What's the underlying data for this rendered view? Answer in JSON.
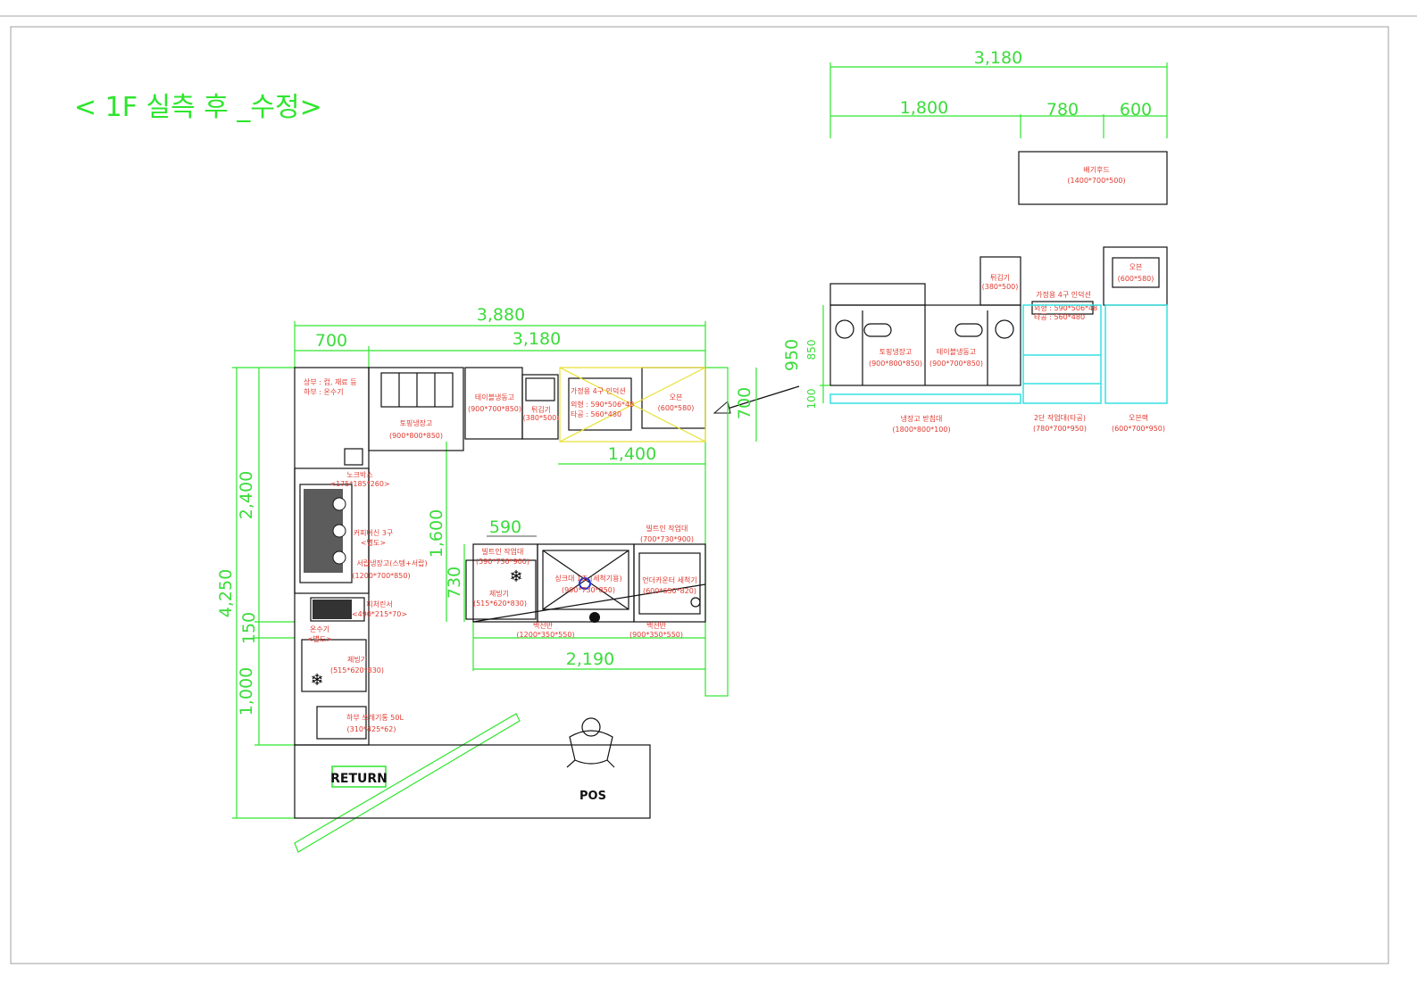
{
  "title": "< 1F 실측 후 _수정>",
  "elevation": {
    "dims": {
      "total": "3,180",
      "d1": "1,800",
      "d2": "780",
      "d3": "600",
      "h950": "950",
      "h850": "850",
      "h100": "100"
    },
    "hood": {
      "name": "배기후드",
      "size": "(1400*700*500)"
    },
    "fryer": {
      "name": "튀김기",
      "size": "(380*500)"
    },
    "induction": {
      "name": "가정용 4구 인덕션",
      "outer": "외형 : 590*506*48",
      "hole": "타공 : 560*480"
    },
    "oven": {
      "name": "오븐",
      "size": "(600*580)"
    },
    "fridge1": {
      "name": "토핑냉장고",
      "size": "(900*800*850)"
    },
    "fridge2": {
      "name": "테이블냉동고",
      "size": "(900*700*850)"
    },
    "stand": {
      "name": "냉장고 받침대",
      "size": "(1800*800*100)"
    },
    "workbench": {
      "name": "2단 작업대(타공)",
      "size": "(780*700*950)"
    },
    "ovenrack": {
      "name": "오븐랙",
      "size": "(600*700*950)"
    }
  },
  "plan": {
    "dims": {
      "total": "3,880",
      "left": "700",
      "right": "3,180",
      "d1400": "1,400",
      "d590": "590",
      "d2190": "2,190",
      "d4250": "4,250",
      "d2400": "2,400",
      "d150": "150",
      "d1000": "1,000",
      "d1600": "1,600",
      "d730": "730",
      "d700": "700"
    },
    "shelf": {
      "l1": "상부 : 컵, 재료 등",
      "l2": "하부 : 온수기"
    },
    "topping": {
      "name": "토핑냉장고",
      "size": "(900*800*850)"
    },
    "table_freezer": {
      "name": "테이블냉동고",
      "size": "(900*700*850)"
    },
    "fryer": {
      "name": "튀김기",
      "size": "(380*500)"
    },
    "induction": {
      "name": "가정용 4구 인덕션",
      "outer": "외형 : 590*506*48",
      "hole": "타공 : 560*480"
    },
    "oven": {
      "name": "오븐",
      "size": "(600*580)"
    },
    "knockbox": {
      "name": "노크박스",
      "size": "<175*185*260>"
    },
    "coffee": {
      "name": "커피머신 3구",
      "note": "<별도>"
    },
    "drawer_fridge": {
      "name": "서랍냉장고(스텡+서랍)",
      "size": "(1200*700*850)"
    },
    "rinser": {
      "name": "피처린서",
      "size": "<490*215*70>"
    },
    "water_heater": {
      "name": "온수기",
      "note": "<별도>"
    },
    "ice1": {
      "name": "제빙기",
      "size": "(515*620*830)"
    },
    "trash": {
      "name": "하부 쓰레기통 50L",
      "size": "(310*425*62)"
    },
    "bench1": {
      "name": "빌트인 작업대",
      "size": "(590*730*900)"
    },
    "bench2": {
      "name": "빌트인 작업대",
      "size": "(700*730*900)"
    },
    "ice2": {
      "name": "제빙기",
      "size": "(515*620*830)"
    },
    "sink": {
      "name": "싱크대 1조 (세척기용)",
      "size": "(900*730*850)"
    },
    "washer": {
      "name": "언더카운터 세척기",
      "size": "(600*650*820)"
    },
    "shelf1": {
      "name": "백선반",
      "size": "(1200*350*550)"
    },
    "shelf2": {
      "name": "백선반",
      "size": "(900*350*550)"
    },
    "return": "RETURN",
    "pos": "POS"
  }
}
